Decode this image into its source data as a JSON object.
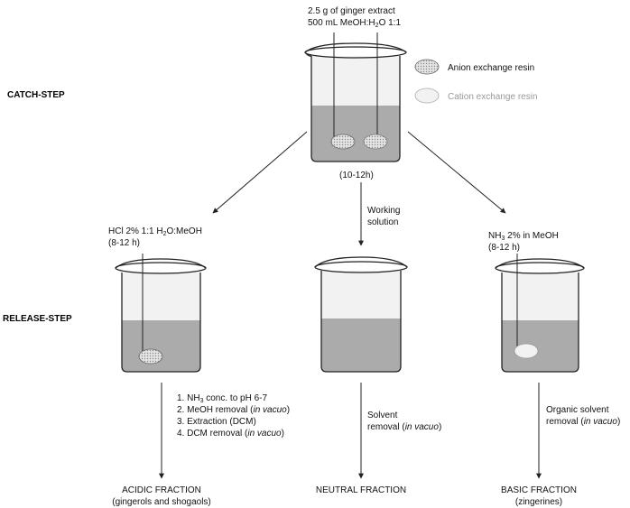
{
  "steps": {
    "catch": "CATCH-STEP",
    "release": "RELEASE-STEP"
  },
  "top_label": {
    "line1": "2.5 g of ginger extract",
    "line2_prefix": "500 mL MeOH:H",
    "line2_sub": "2",
    "line2_suffix": "O 1:1"
  },
  "legend": {
    "anion": "Anion exchange resin",
    "cation": "Cation exchange resin"
  },
  "catch_time": "(10-12h)",
  "branches": {
    "left": {
      "cond_prefix": "HCl 2% 1:1 H",
      "cond_sub": "2",
      "cond_suffix": "O:MeOH",
      "time": "(8-12 h)"
    },
    "middle": {
      "line1": "Working",
      "line2": "solution"
    },
    "right": {
      "cond_prefix": "NH",
      "cond_sub": "3",
      "cond_suffix": " 2% in MeOH",
      "time": "(8-12 h)"
    }
  },
  "workup": {
    "left": {
      "s1_prefix": "1. NH",
      "s1_sub": "3",
      "s1_suffix": " conc. to pH 6-7",
      "s2_prefix": "2. MeOH removal (",
      "s2_italic": "in vacuo",
      "s2_suffix": ")",
      "s3": "3. Extraction (DCM)",
      "s4_prefix": "4. DCM removal (",
      "s4_italic": "in vacuo",
      "s4_suffix": ")"
    },
    "middle": {
      "line1": "Solvent",
      "line2_prefix": "removal (",
      "line2_italic": "in vacuo",
      "line2_suffix": ")"
    },
    "right": {
      "line1": "Organic solvent",
      "line2_prefix": "removal (",
      "line2_italic": "in vacuo",
      "line2_suffix": ")"
    }
  },
  "fractions": {
    "acidic": "ACIDIC FRACTION",
    "acidic_sub": "(gingerols and shogaols)",
    "neutral": "NEUTRAL FRACTION",
    "basic": "BASIC FRACTION",
    "basic_sub": "(zingerines)"
  },
  "colors": {
    "liquid": "#ababab",
    "glass": "#e6e6e6",
    "outline": "#222222",
    "resin": "#d8d8d8"
  }
}
